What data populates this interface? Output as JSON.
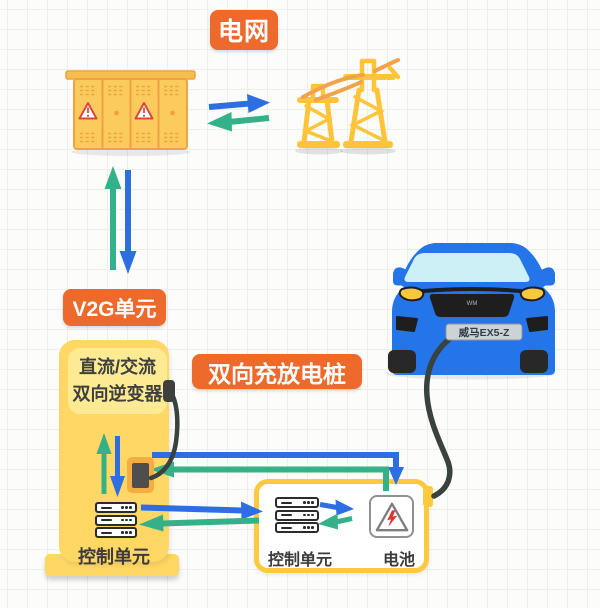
{
  "colors": {
    "label_bg": "#ED6A2C",
    "arrow_blue": "#2D6FE3",
    "arrow_green": "#34B189",
    "cabinet_yellow": "#FBCC5D",
    "cabinet_accent": "#F0A243",
    "cabinet_lid": "#F6BE4E",
    "tower_yellow": "#FFC43A",
    "wire_orange": "#F2A24B",
    "pile_yellow": "#FFD765",
    "inverter_bg": "#FFEA94",
    "box_border": "#FFC93F",
    "car_blue": "#2474EA",
    "windshield_blue": "#CDEFF6",
    "headlight_yellow": "#F6C83E",
    "cable_dark": "#39423E",
    "dark_text": "#3B3B3B",
    "warning_red": "#E0473C",
    "battery_red": "#E0332C"
  },
  "labels": {
    "power_grid": "电网",
    "v2g_unit": "V2G单元",
    "bidirectional_pile": "双向充放电桩"
  },
  "pile": {
    "inverter_line1": "直流/交流",
    "inverter_line2": "双向逆变器",
    "control_unit": "控制单元"
  },
  "vehicle_box": {
    "control_unit": "控制单元",
    "battery": "电池"
  },
  "car": {
    "plate": "威马EX5-Z",
    "logo": "WM"
  }
}
